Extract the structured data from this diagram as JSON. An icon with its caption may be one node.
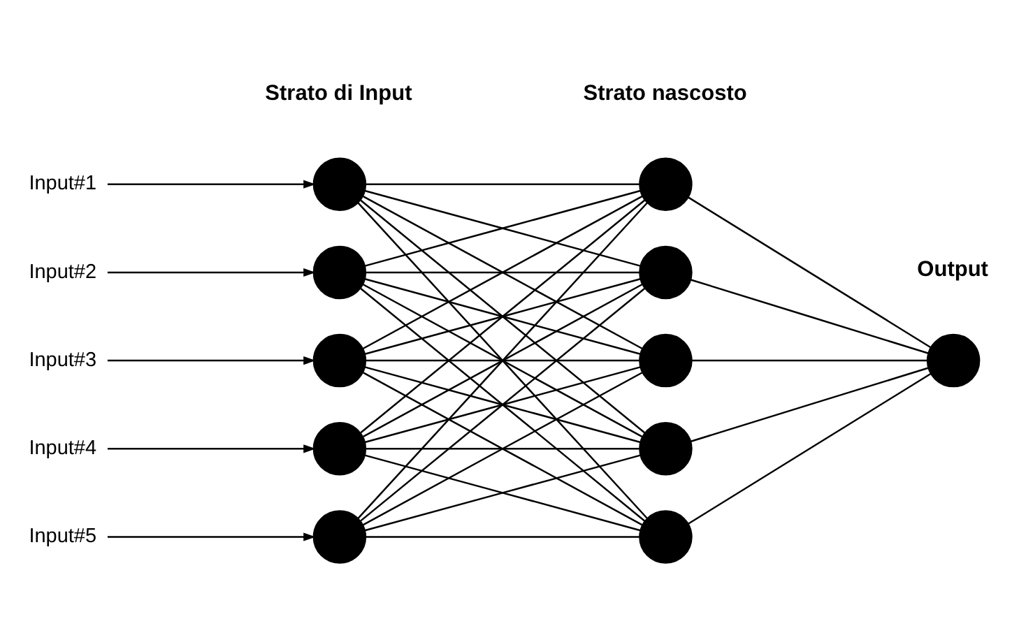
{
  "diagram": {
    "nodes": [
      {
        "text": [
          "Input#1"
        ]
      },
      {
        "text": [
          "Input#2"
        ]
      },
      {
        "text": [
          "Input#3"
        ]
      },
      {
        "text": [
          "Input#4"
        ]
      },
      {
        "text": [
          "Input#5"
        ]
      },
      {
        "text": [],
        "shape": "circle"
      },
      {
        "text": [],
        "shape": "circle"
      },
      {
        "text": [],
        "shape": "circle"
      },
      {
        "text": [],
        "shape": "circle"
      },
      {
        "text": [],
        "shape": "circle"
      },
      {
        "text": [],
        "shape": "circle"
      },
      {
        "text": [],
        "shape": "circle"
      },
      {
        "text": [],
        "shape": "circle"
      },
      {
        "text": [],
        "shape": "circle"
      },
      {
        "text": [],
        "shape": "circle"
      },
      {
        "text": [],
        "shape": "circle"
      }
    ],
    "edges": [
      {
        "from": 0,
        "to": 5,
        "arrow": "to"
      },
      {
        "from": 1,
        "to": 6,
        "arrow": "to"
      },
      {
        "from": 2,
        "to": 7,
        "arrow": "to"
      },
      {
        "from": 3,
        "to": 8,
        "arrow": "to"
      },
      {
        "from": 4,
        "to": 9,
        "arrow": "to"
      },
      {
        "from": 5,
        "to": 10,
        "arrow": "none"
      },
      {
        "from": 5,
        "to": 11,
        "arrow": "none"
      },
      {
        "from": 5,
        "to": 12,
        "arrow": "none"
      },
      {
        "from": 5,
        "to": 13,
        "arrow": "none"
      },
      {
        "from": 5,
        "to": 14,
        "arrow": "none"
      },
      {
        "from": 6,
        "to": 10,
        "arrow": "none"
      },
      {
        "from": 6,
        "to": 11,
        "arrow": "none"
      },
      {
        "from": 6,
        "to": 12,
        "arrow": "none"
      },
      {
        "from": 6,
        "to": 13,
        "arrow": "none"
      },
      {
        "from": 6,
        "to": 14,
        "arrow": "none"
      },
      {
        "from": 7,
        "to": 10,
        "arrow": "none"
      },
      {
        "from": 7,
        "to": 11,
        "arrow": "none"
      },
      {
        "from": 7,
        "to": 12,
        "arrow": "none"
      },
      {
        "from": 7,
        "to": 13,
        "arrow": "none"
      },
      {
        "from": 7,
        "to": 14,
        "arrow": "none"
      },
      {
        "from": 8,
        "to": 10,
        "arrow": "none"
      },
      {
        "from": 8,
        "to": 11,
        "arrow": "none"
      },
      {
        "from": 8,
        "to": 12,
        "arrow": "none"
      },
      {
        "from": 8,
        "to": 13,
        "arrow": "none"
      },
      {
        "from": 8,
        "to": 14,
        "arrow": "none"
      },
      {
        "from": 9,
        "to": 10,
        "arrow": "none"
      },
      {
        "from": 9,
        "to": 11,
        "arrow": "none"
      },
      {
        "from": 9,
        "to": 12,
        "arrow": "none"
      },
      {
        "from": 9,
        "to": 13,
        "arrow": "none"
      },
      {
        "from": 9,
        "to": 14,
        "arrow": "none"
      },
      {
        "from": 10,
        "to": 15,
        "arrow": "none"
      },
      {
        "from": 11,
        "to": 15,
        "arrow": "none"
      },
      {
        "from": 12,
        "to": 15,
        "arrow": "none"
      },
      {
        "from": 13,
        "to": 15,
        "arrow": "none"
      },
      {
        "from": 14,
        "to": 15,
        "arrow": "none"
      }
    ],
    "labels": [
      "Strato di Input",
      "Strato nascosto",
      "Output"
    ]
  }
}
